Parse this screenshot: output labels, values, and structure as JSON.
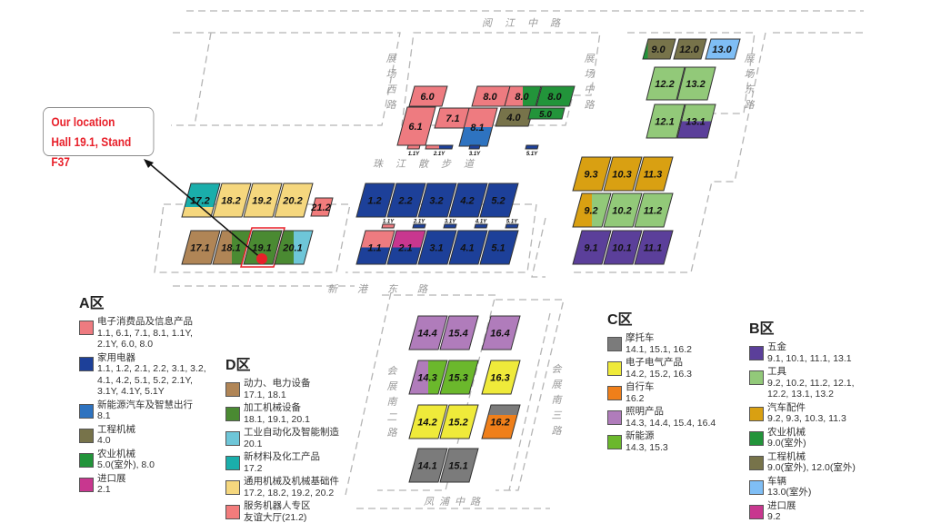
{
  "callout": {
    "line1": "Our location",
    "line2": "Hall 19.1, Stand F37"
  },
  "roads": {
    "top": "阅江中路",
    "west": "展场西路",
    "middle": "展场中路",
    "east": "展场东路",
    "promenade": "珠江散步道",
    "xingang": "新港东路",
    "south2": "会展南二路",
    "south3": "会展南三路",
    "fengpu": "凤浦中路"
  },
  "halls": [
    {
      "label": "6.0",
      "colors": [
        "#ee7b80"
      ]
    },
    {
      "label": "8.0",
      "colors": [
        "#ee7b80"
      ]
    },
    {
      "label": "8.0",
      "colors": [
        "#ee7b80",
        "#22943a"
      ],
      "split": "v"
    },
    {
      "label": "8.0",
      "colors": [
        "#22943a"
      ]
    },
    {
      "label": "6.1",
      "colors": [
        "#ee7b80"
      ]
    },
    {
      "label": "7.1",
      "colors": [
        "#ee7b80"
      ]
    },
    {
      "label": "8.1",
      "colors": [
        "#ee7b80",
        "#2e73c0"
      ],
      "split": "h"
    },
    {
      "label": "4.0",
      "colors": [
        "#77734a"
      ]
    },
    {
      "label": "5.0",
      "colors": [
        "#22943a"
      ]
    },
    {
      "label": "1.1Y",
      "colors": [
        "#ee7b80"
      ]
    },
    {
      "label": "2.1Y",
      "colors": [
        "#ee7b80",
        "#1d4099"
      ],
      "split": "v"
    },
    {
      "label": "3.1Y",
      "colors": [
        "#1d4099"
      ]
    },
    {
      "label": "5.1Y",
      "colors": [
        "#1d4099"
      ]
    },
    {
      "label": "9.0",
      "colors": [
        "#22943a",
        "#77734a"
      ],
      "split": "v15"
    },
    {
      "label": "12.0",
      "colors": [
        "#77734a"
      ]
    },
    {
      "label": "13.0",
      "colors": [
        "#7fbef5"
      ]
    },
    {
      "label": "12.2",
      "colors": [
        "#92c979"
      ]
    },
    {
      "label": "13.2",
      "colors": [
        "#92c979"
      ]
    },
    {
      "label": "12.1",
      "colors": [
        "#92c979"
      ]
    },
    {
      "label": "13.1",
      "colors": [
        "#92c979",
        "#5b3f9a"
      ],
      "split": "h"
    },
    {
      "label": "9.3",
      "colors": [
        "#d9a012"
      ]
    },
    {
      "label": "10.3",
      "colors": [
        "#d9a012"
      ]
    },
    {
      "label": "11.3",
      "colors": [
        "#d9a012"
      ]
    },
    {
      "label": "9.2",
      "colors": [
        "#d9a012",
        "#92c979"
      ],
      "split": "v"
    },
    {
      "label": "10.2",
      "colors": [
        "#92c979"
      ]
    },
    {
      "label": "11.2",
      "colors": [
        "#92c979"
      ]
    },
    {
      "label": "9.1",
      "colors": [
        "#5b3f9a"
      ]
    },
    {
      "label": "10.1",
      "colors": [
        "#5b3f9a"
      ]
    },
    {
      "label": "11.1",
      "colors": [
        "#5b3f9a"
      ]
    },
    {
      "label": "17.2",
      "colors": [
        "#1aaeab",
        "#f5d77e"
      ],
      "split": "h70"
    },
    {
      "label": "18.2",
      "colors": [
        "#f5d77e"
      ]
    },
    {
      "label": "19.2",
      "colors": [
        "#f5d77e"
      ]
    },
    {
      "label": "20.2",
      "colors": [
        "#f5d77e"
      ]
    },
    {
      "label": "21.2",
      "colors": [
        "#f27c7c"
      ]
    },
    {
      "label": "17.1",
      "colors": [
        "#b08556"
      ]
    },
    {
      "label": "18.1",
      "colors": [
        "#b08556",
        "#4a8a32"
      ],
      "split": "v"
    },
    {
      "label": "19.1",
      "colors": [
        "#4a8a32"
      ],
      "highlight": true
    },
    {
      "label": "20.1",
      "colors": [
        "#4a8a32",
        "#6ec6d8"
      ],
      "split": "v"
    },
    {
      "label": "1.2",
      "colors": [
        "#1d4099"
      ]
    },
    {
      "label": "2.2",
      "colors": [
        "#1d4099"
      ]
    },
    {
      "label": "3.2",
      "colors": [
        "#1d4099"
      ]
    },
    {
      "label": "4.2",
      "colors": [
        "#1d4099"
      ]
    },
    {
      "label": "5.2",
      "colors": [
        "#1d4099"
      ]
    },
    {
      "label": "1.1Y",
      "colors": [
        "#ee7b80"
      ]
    },
    {
      "label": "2.1Y",
      "colors": [
        "#1d4099"
      ]
    },
    {
      "label": "3.1Y",
      "colors": [
        "#1d4099"
      ]
    },
    {
      "label": "4.1Y",
      "colors": [
        "#1d4099"
      ]
    },
    {
      "label": "5.1Y",
      "colors": [
        "#1d4099"
      ]
    },
    {
      "label": "1.1",
      "colors": [
        "#ee7b80",
        "#1d4099"
      ],
      "split": "h"
    },
    {
      "label": "2.1",
      "colors": [
        "#c8378f",
        "#1d4099"
      ],
      "split": "h"
    },
    {
      "label": "3.1",
      "colors": [
        "#1d4099"
      ]
    },
    {
      "label": "4.1",
      "colors": [
        "#1d4099"
      ]
    },
    {
      "label": "5.1",
      "colors": [
        "#1d4099"
      ]
    },
    {
      "label": "14.4",
      "colors": [
        "#b07cbb"
      ]
    },
    {
      "label": "15.4",
      "colors": [
        "#b07cbb"
      ]
    },
    {
      "label": "16.4",
      "colors": [
        "#b07cbb"
      ]
    },
    {
      "label": "14.3",
      "colors": [
        "#b07cbb",
        "#6bb82c"
      ],
      "split": "v"
    },
    {
      "label": "15.3",
      "colors": [
        "#6bb82c"
      ]
    },
    {
      "label": "16.3",
      "colors": [
        "#efea3a"
      ]
    },
    {
      "label": "14.2",
      "colors": [
        "#efea3a"
      ]
    },
    {
      "label": "15.2",
      "colors": [
        "#efea3a"
      ]
    },
    {
      "label": "16.2",
      "colors": [
        "#7b7b7b",
        "#ef7f1a"
      ],
      "split": "h30"
    },
    {
      "label": "14.1",
      "colors": [
        "#7b7b7b"
      ]
    },
    {
      "label": "15.1",
      "colors": [
        "#7b7b7b"
      ]
    }
  ],
  "legend": {
    "A": {
      "title": "A区",
      "items": [
        {
          "name": "电子消费品及信息产品",
          "halls": "1.1, 6.1, 7.1, 8.1, 1.1Y,\n2.1Y, 6.0, 8.0",
          "color": "#ee7b80"
        },
        {
          "name": "家用电器",
          "halls": "1.1, 1.2, 2.1, 2.2, 3.1, 3.2,\n4.1, 4.2, 5.1, 5.2, 2.1Y,\n3.1Y, 4.1Y, 5.1Y",
          "color": "#1d4099"
        },
        {
          "name": "新能源汽车及智慧出行",
          "halls": "8.1",
          "color": "#2e73c0"
        },
        {
          "name": "工程机械",
          "halls": "4.0",
          "color": "#77734a"
        },
        {
          "name": "农业机械",
          "halls": "5.0(室外), 8.0",
          "color": "#22943a"
        },
        {
          "name": "进口展",
          "halls": "2.1",
          "color": "#c8378f"
        }
      ]
    },
    "D": {
      "title": "D区",
      "items": [
        {
          "name": "动力、电力设备",
          "halls": "17.1, 18.1",
          "color": "#b08556"
        },
        {
          "name": "加工机械设备",
          "halls": "18.1, 19.1, 20.1",
          "color": "#4a8a32"
        },
        {
          "name": "工业自动化及智能制造",
          "halls": "20.1",
          "color": "#6ec6d8"
        },
        {
          "name": "新材料及化工产品",
          "halls": "17.2",
          "color": "#1aaeab"
        },
        {
          "name": "通用机械及机械基础件",
          "halls": "17.2, 18.2, 19.2, 20.2",
          "color": "#f5d77e"
        },
        {
          "name": "服务机器人专区",
          "halls": "友谊大厅(21.2)",
          "color": "#f27c7c"
        }
      ]
    },
    "C": {
      "title": "C区",
      "items": [
        {
          "name": "摩托车",
          "halls": "14.1, 15.1, 16.2",
          "color": "#7b7b7b"
        },
        {
          "name": "电子电气产品",
          "halls": "14.2, 15.2, 16.3",
          "color": "#efea3a"
        },
        {
          "name": "自行车",
          "halls": "16.2",
          "color": "#ef7f1a"
        },
        {
          "name": "照明产品",
          "halls": "14.3, 14.4, 15.4, 16.4",
          "color": "#b07cbb"
        },
        {
          "name": "新能源",
          "halls": "14.3, 15.3",
          "color": "#6bb82c"
        }
      ]
    },
    "B": {
      "title": "B区",
      "items": [
        {
          "name": "五金",
          "halls": "9.1, 10.1, 11.1, 13.1",
          "color": "#5b3f9a"
        },
        {
          "name": "工具",
          "halls": "9.2, 10.2, 11.2, 12.1,\n12.2, 13.1, 13.2",
          "color": "#92c979"
        },
        {
          "name": "汽车配件",
          "halls": "9.2, 9.3, 10.3, 11.3",
          "color": "#d9a012"
        },
        {
          "name": "农业机械",
          "halls": "9.0(室外)",
          "color": "#22943a"
        },
        {
          "name": "工程机械",
          "halls": "9.0(室外), 12.0(室外)",
          "color": "#77734a"
        },
        {
          "name": "车辆",
          "halls": "13.0(室外)",
          "color": "#7fbef5"
        },
        {
          "name": "进口展",
          "halls": "9.2",
          "color": "#c8378f"
        }
      ]
    }
  }
}
